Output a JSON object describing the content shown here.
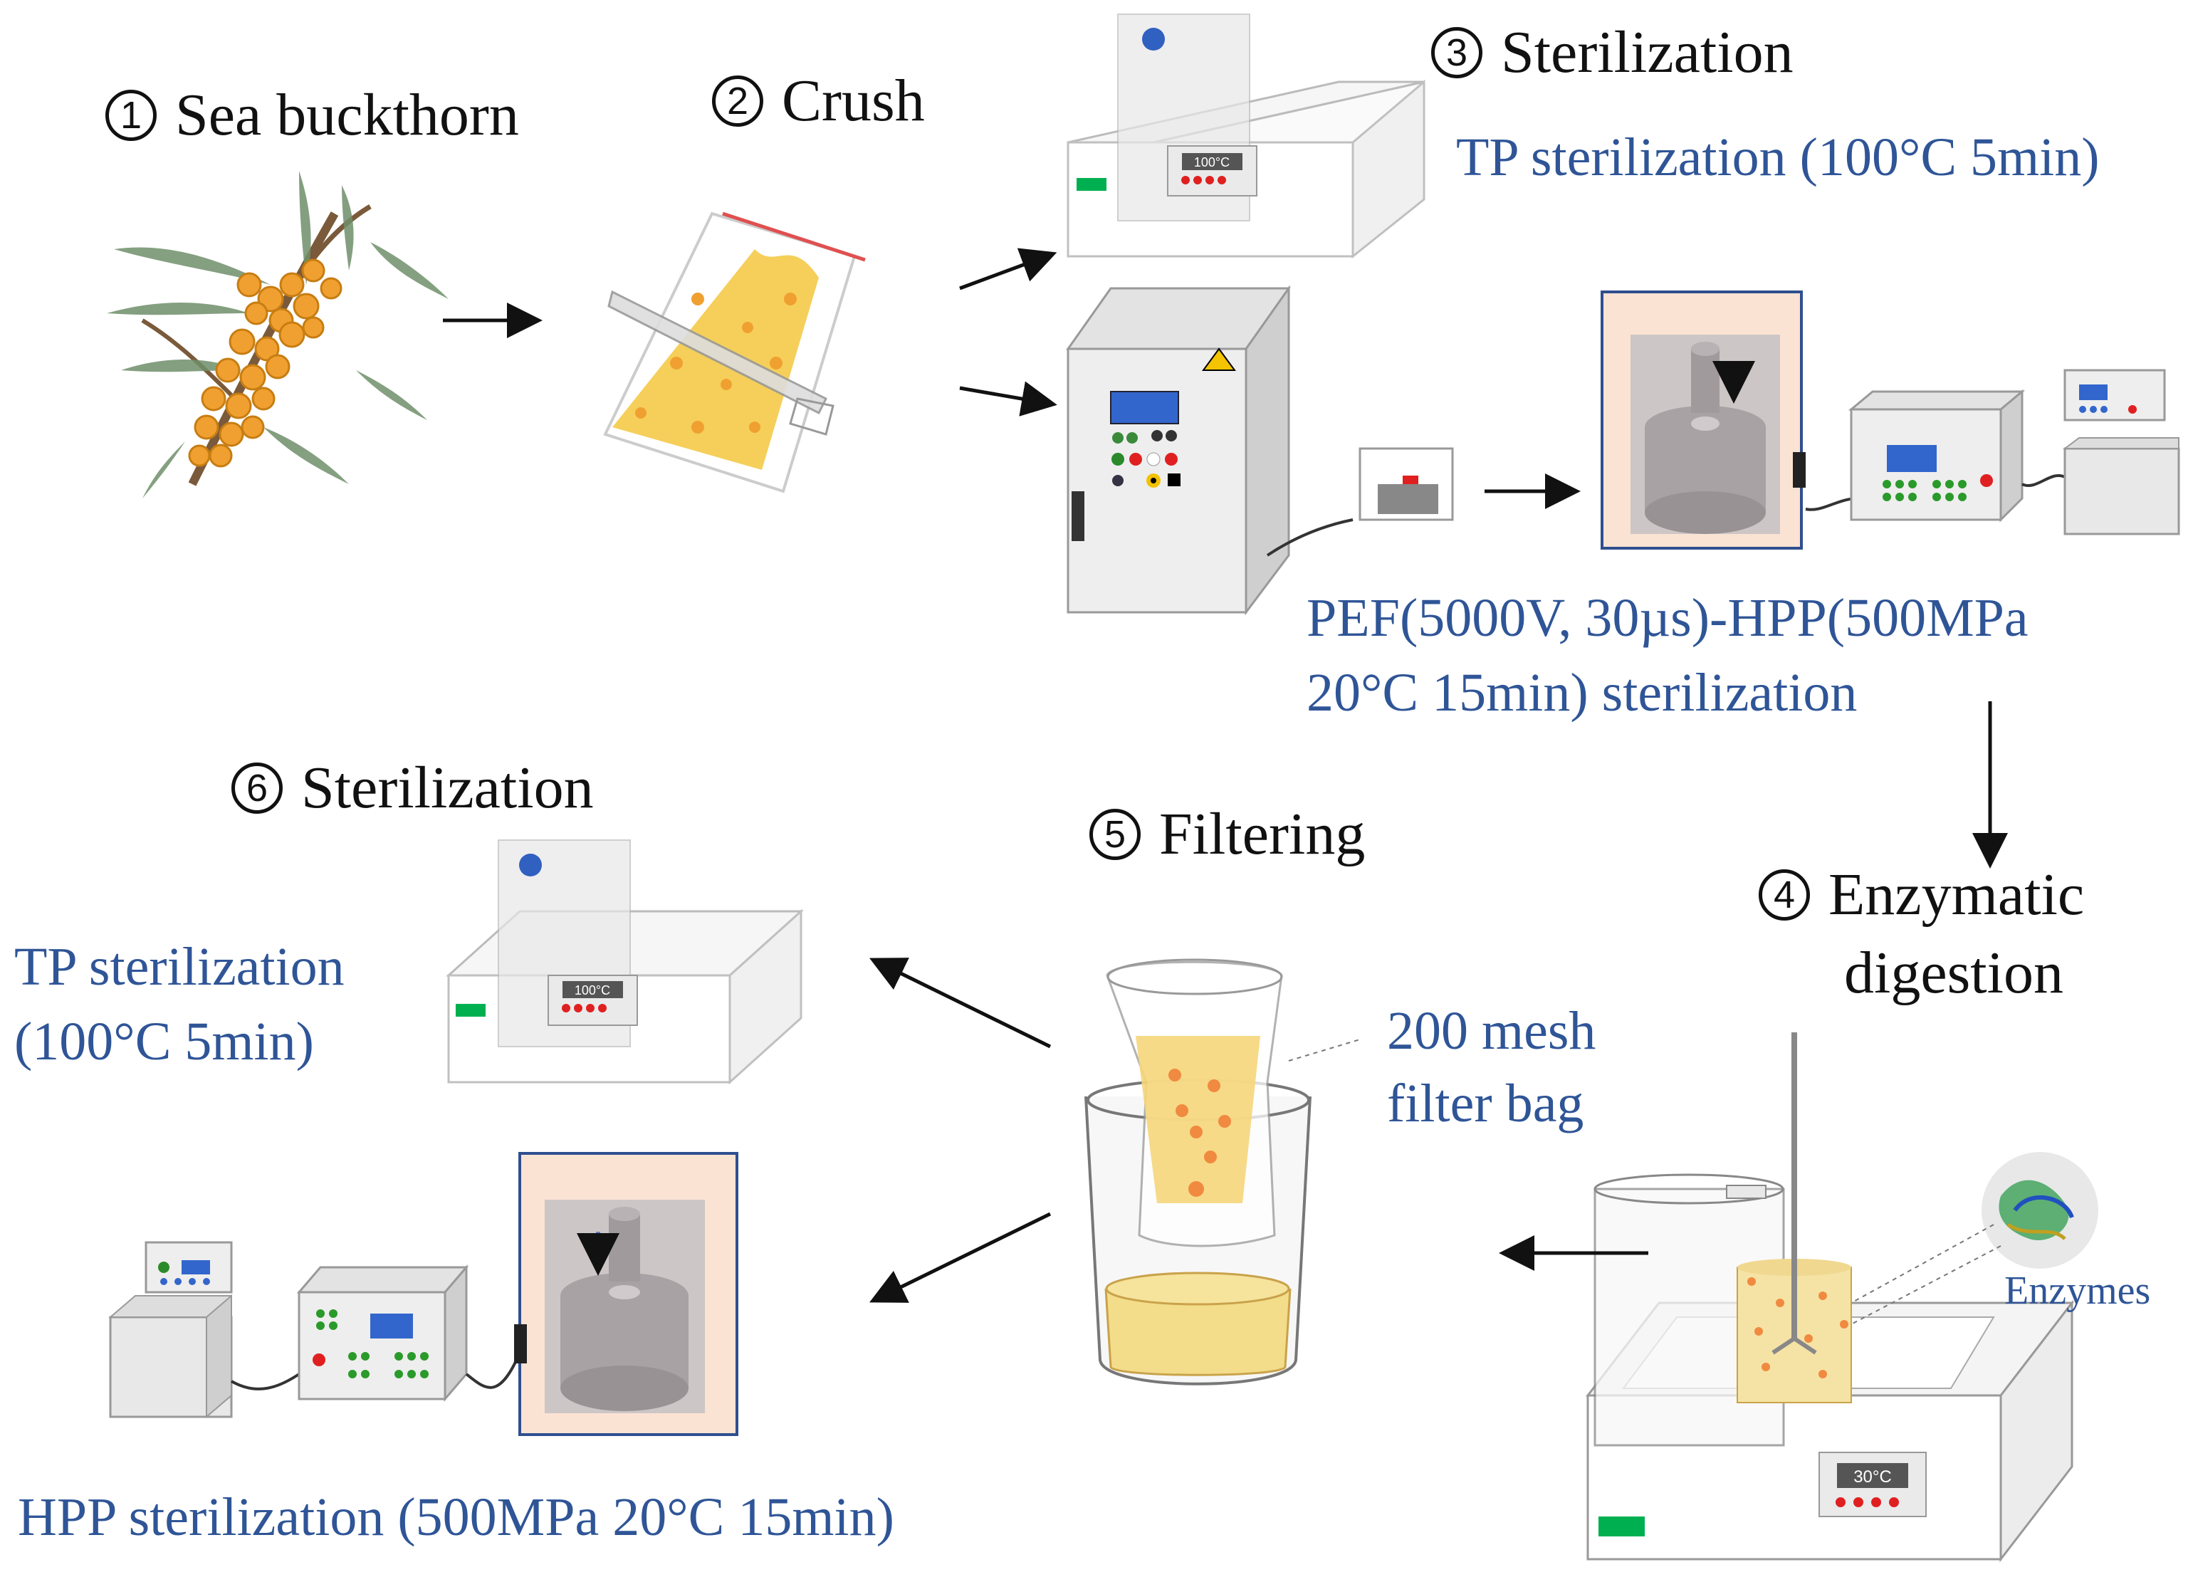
{
  "steps": [
    {
      "num": "1",
      "label": "Sea buckthorn"
    },
    {
      "num": "2",
      "label": "Crush"
    },
    {
      "num": "3",
      "label": "Sterilization"
    },
    {
      "num": "4",
      "label_line1": "Enzymatic",
      "label_line2": "digestion"
    },
    {
      "num": "5",
      "label": "Filtering"
    },
    {
      "num": "6",
      "label": "Sterilization"
    }
  ],
  "conditions": {
    "tp_step3": "TP sterilization (100°C 5min)",
    "pef_hpp_line1": "PEF(5000V, 30µs)-HPP(500MPa",
    "pef_hpp_line2": "20°C 15min) sterilization",
    "tp_step6_line1": "TP sterilization",
    "tp_step6_line2": "(100°C 5min)",
    "hpp_step6": "HPP sterilization (500MPa 20°C 15min)",
    "filter_bag_line1": "200 mesh",
    "filter_bag_line2": "filter bag",
    "enzymes": "Enzymes"
  },
  "displays": {
    "water_bath_step3": "100°C",
    "water_bath_step6": "100°C",
    "digestion_bath": "30°C"
  },
  "colors": {
    "text_blue": "#2f5597",
    "juice_yellow": "#f5cf5a",
    "berry_orange": "#f0a030",
    "hpp_chamber": "#fbe3d3",
    "indicator_green": "#00b050"
  }
}
